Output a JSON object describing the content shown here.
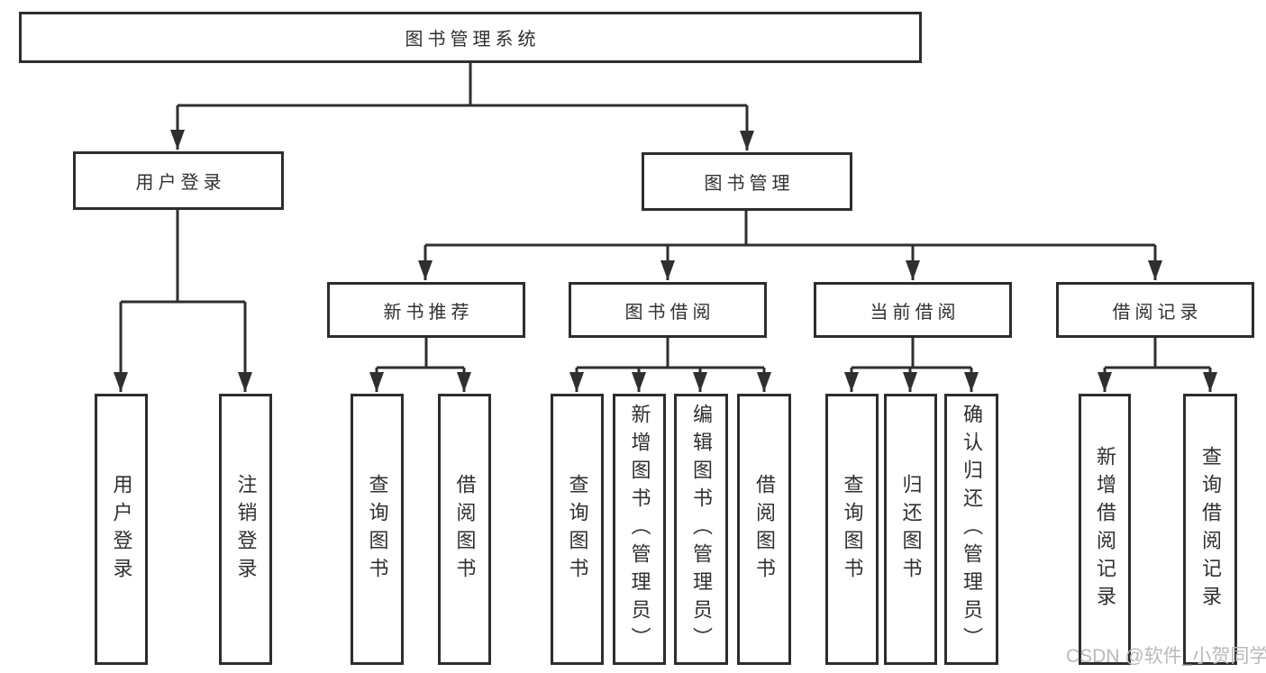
{
  "tree": {
    "label": "图书管理系统",
    "children": [
      {
        "label": "用户登录",
        "children": [
          {
            "label": "用户登录"
          },
          {
            "label": "注销登录"
          }
        ]
      },
      {
        "label": "图书管理",
        "children": [
          {
            "label": "新书推荐",
            "children": [
              {
                "label": "查询图书"
              },
              {
                "label": "借阅图书"
              }
            ]
          },
          {
            "label": "图书借阅",
            "children": [
              {
                "label": "查询图书"
              },
              {
                "label": "新增图书（管理员）"
              },
              {
                "label": "编辑图书（管理员）"
              },
              {
                "label": "借阅图书"
              }
            ]
          },
          {
            "label": "当前借阅",
            "children": [
              {
                "label": "查询图书"
              },
              {
                "label": "归还图书"
              },
              {
                "label": "确认归还（管理员）"
              }
            ]
          },
          {
            "label": "借阅记录",
            "children": [
              {
                "label": "新增借阅记录"
              },
              {
                "label": "查询借阅记录"
              }
            ]
          }
        ]
      }
    ]
  },
  "watermark": {
    "text": "CSDN @软件_小贺同学"
  },
  "colors": {
    "background": "#ffffff",
    "box_border": "#2d2d2d",
    "line": "#2f2f2f",
    "text": "#303030",
    "watermark": "#b9b9b9"
  }
}
